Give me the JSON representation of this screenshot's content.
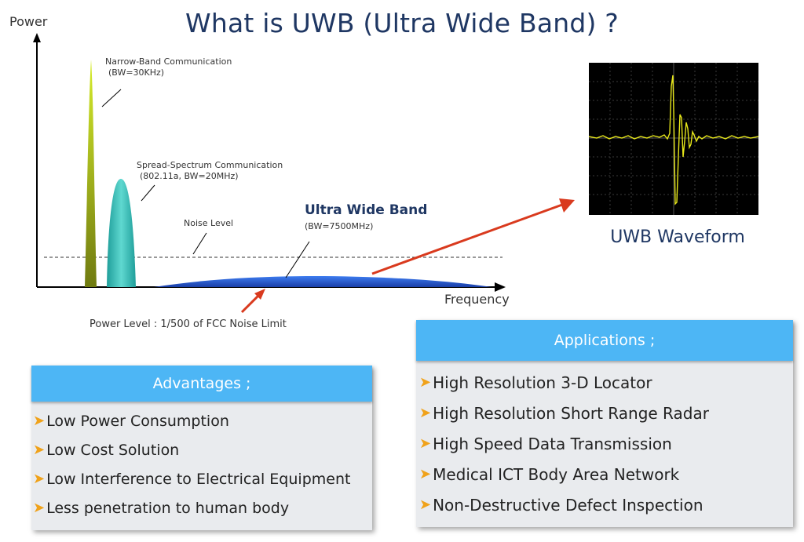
{
  "title": "What is UWB (Ultra Wide Band) ?",
  "axes": {
    "y_label": "Power",
    "x_label": "Frequency"
  },
  "annotations": {
    "narrow_band": {
      "label": "Narrow-Band Communication",
      "bw": "(BW=30KHz)"
    },
    "spread_spectrum": {
      "label": "Spread-Spectrum Communication",
      "bw": "(802.11a, BW=20MHz)"
    },
    "noise_level": "Noise Level",
    "uwb": {
      "label": "Ultra Wide Band",
      "bw": "(BW=7500MHz)"
    },
    "power_level": "Power Level : 1/500 of FCC Noise Limit"
  },
  "waveform": {
    "caption": "UWB Waveform"
  },
  "advantages": {
    "title": "Advantages ;",
    "items": [
      "Low Power Consumption",
      "Low Cost Solution",
      "Low Interference to Electrical Equipment",
      "Less penetration to human body"
    ]
  },
  "applications": {
    "title": "Applications ;",
    "items": [
      "High Resolution 3-D Locator",
      "High Resolution Short Range Radar",
      "High Speed Data Transmission",
      "Medical ICT Body Area Network",
      "Non-Destructive Defect Inspection"
    ]
  },
  "colors": {
    "title": "#1f3763",
    "header_blue": "#4db6f5",
    "bullet_orange": "#f0a21a",
    "red_arrow": "#d93a1e",
    "uwb_band": "#2a5bd7",
    "narrow_band": "#9cc312",
    "spread_spectrum": "#2cb7b2"
  }
}
